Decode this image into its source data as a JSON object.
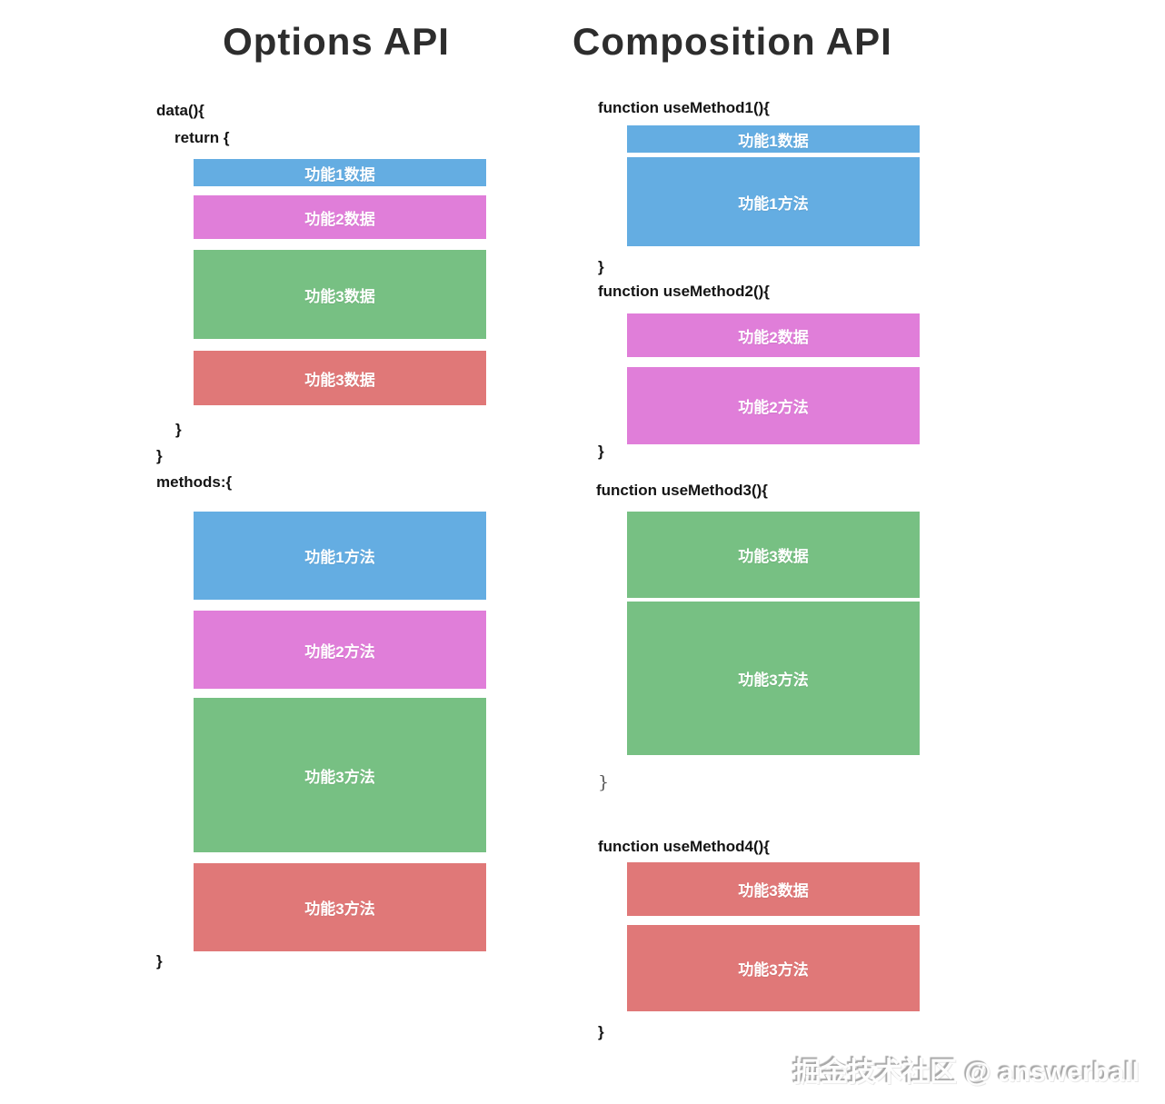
{
  "left": {
    "title": "Options API",
    "code": {
      "data_open": "data(){",
      "return_open": "return {",
      "brace_inner": "}",
      "brace_outer": "}",
      "methods_open": "methods:{",
      "brace_end": "}"
    },
    "data_boxes": [
      {
        "label": "功能1数据",
        "color": "blue"
      },
      {
        "label": "功能2数据",
        "color": "pink"
      },
      {
        "label": "功能3数据",
        "color": "green"
      },
      {
        "label": "功能3数据",
        "color": "red"
      }
    ],
    "method_boxes": [
      {
        "label": "功能1方法",
        "color": "blue"
      },
      {
        "label": "功能2方法",
        "color": "pink"
      },
      {
        "label": "功能3方法",
        "color": "green"
      },
      {
        "label": "功能3方法",
        "color": "red"
      }
    ]
  },
  "right": {
    "title": "Composition API",
    "groups": [
      {
        "fn": "function useMethod1(){",
        "close": "}",
        "boxes": [
          {
            "label": "功能1数据",
            "color": "blue"
          },
          {
            "label": "功能1方法",
            "color": "blue"
          }
        ]
      },
      {
        "fn": "function useMethod2(){",
        "close": "}",
        "boxes": [
          {
            "label": "功能2数据",
            "color": "pink"
          },
          {
            "label": "功能2方法",
            "color": "pink"
          }
        ]
      },
      {
        "fn": "function useMethod3(){",
        "close": "}",
        "boxes": [
          {
            "label": "功能3数据",
            "color": "green"
          },
          {
            "label": "功能3方法",
            "color": "green"
          }
        ]
      },
      {
        "fn": "function useMethod4(){",
        "close": "}",
        "boxes": [
          {
            "label": "功能3数据",
            "color": "red"
          },
          {
            "label": "功能3方法",
            "color": "red"
          }
        ]
      }
    ]
  },
  "watermark": {
    "text": "掘金技术社区 @ answerball"
  },
  "colors": {
    "blue": "#64ade2",
    "pink": "#e07ed9",
    "green": "#77c083",
    "red": "#e07878"
  }
}
